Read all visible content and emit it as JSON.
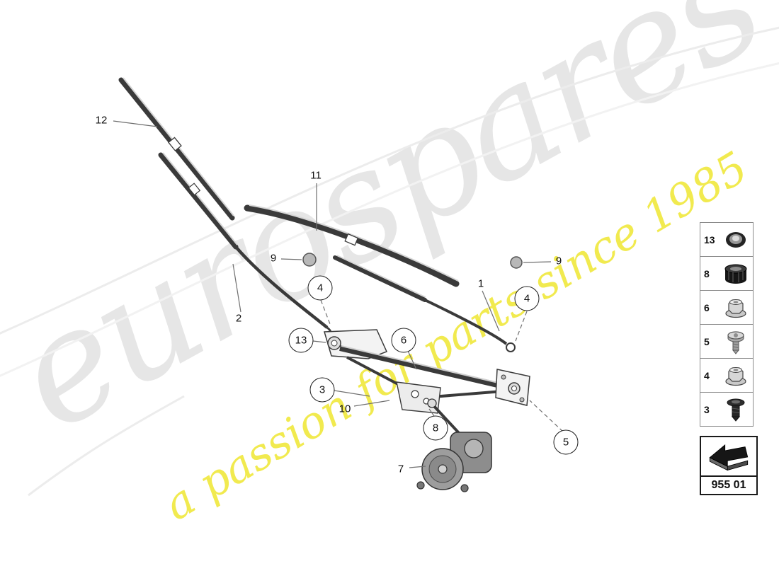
{
  "watermark": {
    "brand": "eurospares",
    "tagline": "a passion for parts since 1985",
    "brand_color": "#e6e6e6",
    "tagline_color": "#f1ea4f"
  },
  "diagram": {
    "subject": "windshield wiper system",
    "callouts": [
      {
        "label": "12",
        "style": "plain"
      },
      {
        "label": "11",
        "style": "plain"
      },
      {
        "label": "9",
        "style": "plain"
      },
      {
        "label": "4",
        "style": "circle"
      },
      {
        "label": "9",
        "style": "plain"
      },
      {
        "label": "4",
        "style": "circle"
      },
      {
        "label": "1",
        "style": "plain"
      },
      {
        "label": "2",
        "style": "plain"
      },
      {
        "label": "13",
        "style": "circle"
      },
      {
        "label": "6",
        "style": "circle"
      },
      {
        "label": "3",
        "style": "circle"
      },
      {
        "label": "10",
        "style": "plain"
      },
      {
        "label": "8",
        "style": "circle"
      },
      {
        "label": "5",
        "style": "circle"
      },
      {
        "label": "7",
        "style": "plain"
      }
    ]
  },
  "parts_list": {
    "items": [
      {
        "number": "13",
        "icon": "dome-nut"
      },
      {
        "number": "8",
        "icon": "bearing"
      },
      {
        "number": "6",
        "icon": "flange-nut"
      },
      {
        "number": "5",
        "icon": "screw"
      },
      {
        "number": "4",
        "icon": "flange-nut"
      },
      {
        "number": "3",
        "icon": "bolt"
      }
    ]
  },
  "part_group": {
    "code": "955 01",
    "icon": "direction-arrow"
  }
}
